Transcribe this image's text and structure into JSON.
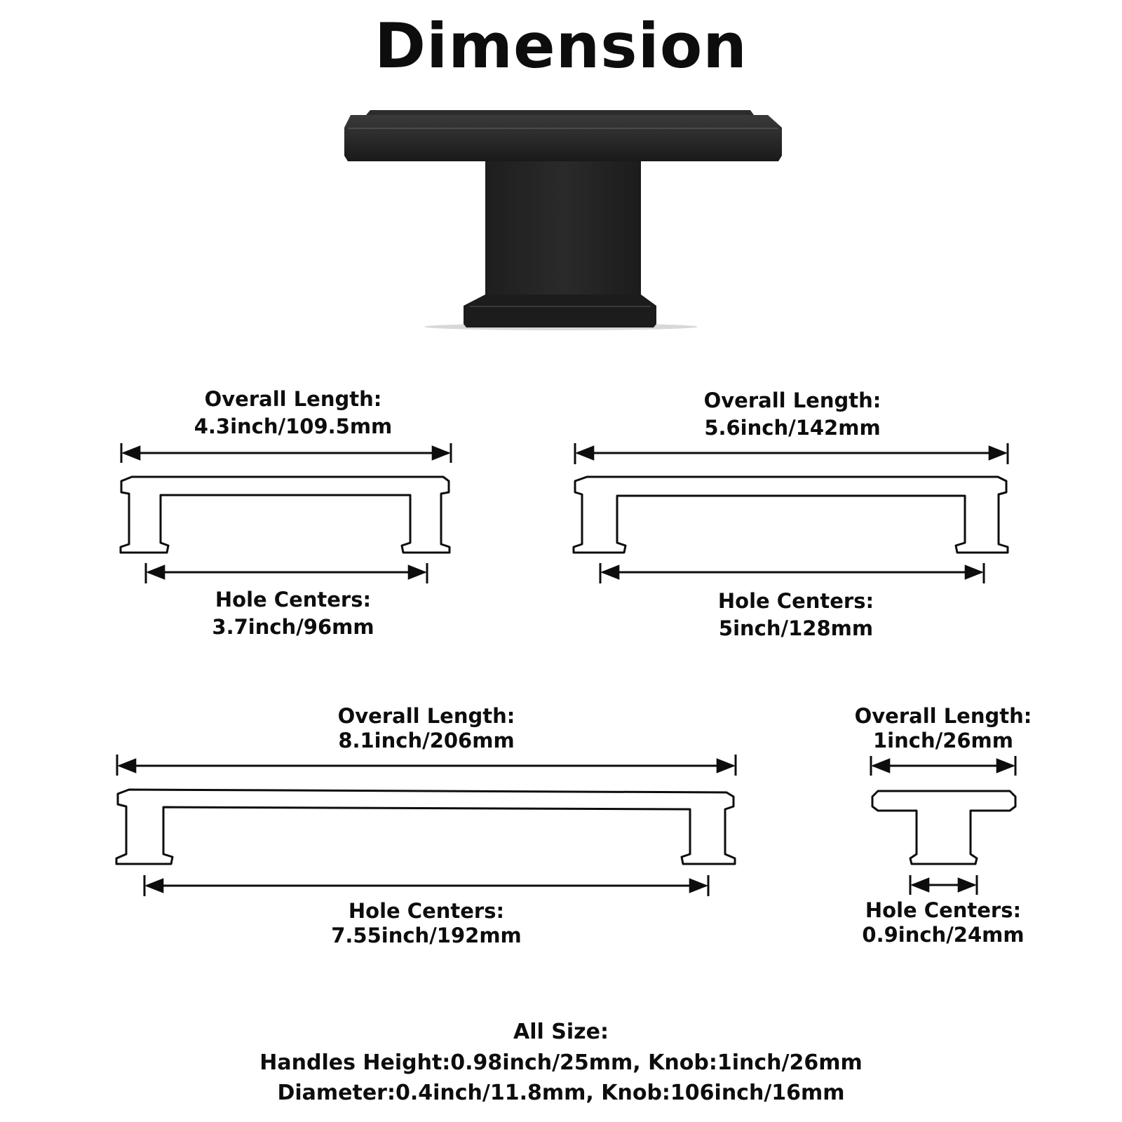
{
  "title": "Dimension",
  "products": [
    {
      "overall_label": "Overall Length:",
      "overall_value": "4.3inch/109.5mm",
      "hole_label": "Hole Centers:",
      "hole_value": "3.7inch/96mm"
    },
    {
      "overall_label": "Overall Length:",
      "overall_value": "5.6inch/142mm",
      "hole_label": "Hole Centers:",
      "hole_value": "5inch/128mm"
    },
    {
      "overall_label": "Overall Length:",
      "overall_value": "8.1inch/206mm",
      "hole_label": "Hole Centers:",
      "hole_value": "7.55inch/192mm"
    },
    {
      "overall_label": "Overall Length:",
      "overall_value": "1inch/26mm",
      "hole_label": "Hole Centers:",
      "hole_value": "0.9inch/24mm"
    }
  ],
  "footer": {
    "heading": "All Size:",
    "line1": "Handles Height:0.98inch/25mm, Knob:1inch/26mm",
    "line2": "Diameter:0.4inch/11.8mm, Knob:106inch/16mm"
  },
  "colors": {
    "ink": "#0d0d0d",
    "knob": "#222222"
  }
}
